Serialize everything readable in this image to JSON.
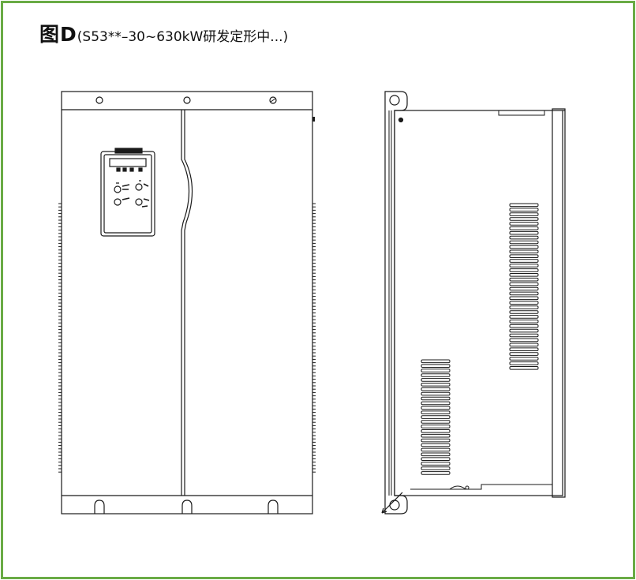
{
  "title": {
    "figure_label": "图D",
    "caption": "(S53**–30~630kW研发定形中...)"
  },
  "colors": {
    "frame_border": "#6aab45",
    "line": "#1a1a1a"
  },
  "views": {
    "front": {
      "name": "front-view"
    },
    "side": {
      "name": "side-view"
    }
  }
}
